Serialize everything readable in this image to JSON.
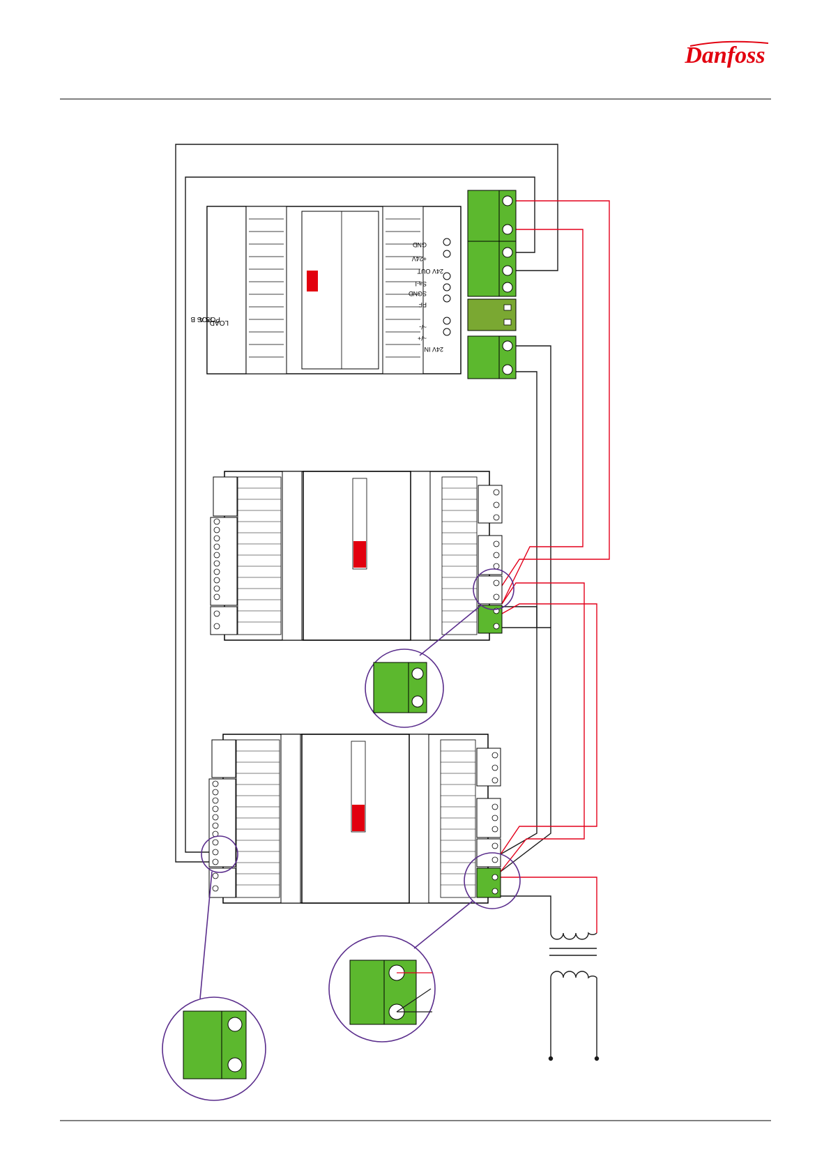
{
  "header": {
    "brand": "Danfoss"
  },
  "colors": {
    "terminal_green": "#5cb82e",
    "terminal_green_dark": "#7aa832",
    "wire_red": "#e3001b",
    "wire_black": "#1a1a1a",
    "callout_purple": "#5a2d8c",
    "brand_red": "#e2000f"
  },
  "power_supply": {
    "terminal_labels": [
      "GND",
      "+24V",
      "24V OUT",
      "Sa-I",
      "SGND",
      "PF",
      "~/-",
      "~/+",
      "24V IN"
    ],
    "load_labels": [
      "LOAD",
      "POS A",
      "POS B"
    ]
  },
  "footer": {
    "page_text": ""
  }
}
